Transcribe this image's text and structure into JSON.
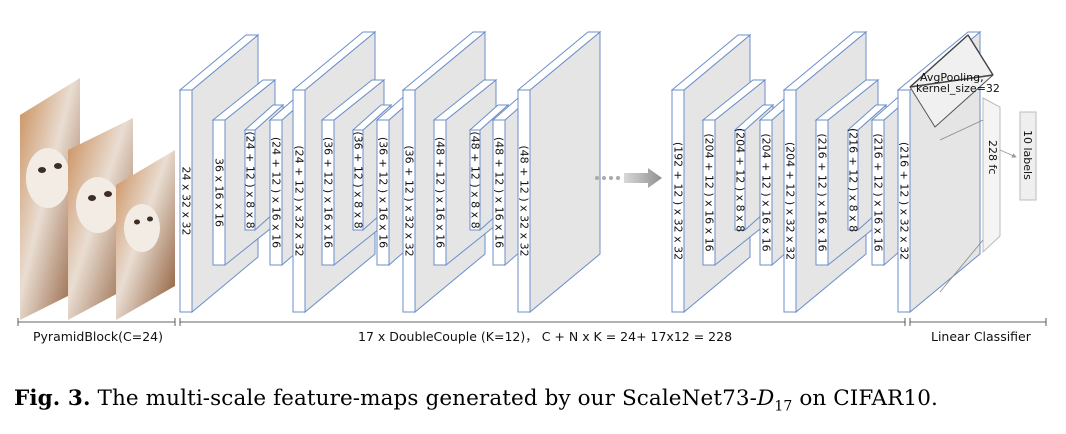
{
  "layers": [
    {
      "id": "L0",
      "label": "24 x 32 x 32"
    },
    {
      "id": "L1",
      "label": "36 x 16 x 16"
    },
    {
      "id": "L2",
      "label": "(24 + 12 ) x 8 x 8"
    },
    {
      "id": "L3",
      "label": "(24 + 12 ) x 16 x 16"
    },
    {
      "id": "L4",
      "label": "(24 + 12 ) x 32 x 32"
    },
    {
      "id": "L5",
      "label": "(36 + 12 ) x 16 x 16"
    },
    {
      "id": "L6",
      "label": "(36 + 12 ) x 8 x 8"
    },
    {
      "id": "L7",
      "label": "(36 + 12 ) x 16 x 16"
    },
    {
      "id": "L8",
      "label": "(36 + 12 ) x 32 x 32"
    },
    {
      "id": "L9",
      "label": "(48 + 12 ) x 16 x 16"
    },
    {
      "id": "L10",
      "label": "(48 + 12 ) x 8 x 8"
    },
    {
      "id": "L11",
      "label": "(48 + 12 ) x 16 x 16"
    },
    {
      "id": "L12",
      "label": "(48 + 12 ) x 32 x 32"
    },
    {
      "id": "L13",
      "label": "(192 + 12 ) x 32 x 32"
    },
    {
      "id": "L14",
      "label": "(204 + 12 ) x 16 x 16"
    },
    {
      "id": "L15",
      "label": "(204 + 12 ) x 8 x 8"
    },
    {
      "id": "L16",
      "label": "(204 + 12 ) x 16 x 16"
    },
    {
      "id": "L17",
      "label": "(204 + 12 ) x 32 x 32"
    },
    {
      "id": "L18",
      "label": "(216 + 12 ) x 16 x 16"
    },
    {
      "id": "L19",
      "label": "(216 + 12 ) x 8 x 8"
    },
    {
      "id": "L20",
      "label": "(216 + 12 ) x 16 x 16"
    },
    {
      "id": "L21",
      "label": "(216 + 12 ) x 32 x 32"
    }
  ],
  "classifier": {
    "pool_line1": "AvgPooling,",
    "pool_line2": "kernel_size=32",
    "fc_label": "228 fc",
    "out_label": "10 labels"
  },
  "sections": {
    "pyramid": "PyramidBlock(C=24)",
    "double": "17 x DoubleCouple (K=12)，  C + N x K = 24+ 17x12 = 228",
    "linear": "Linear Classifier"
  },
  "caption": {
    "fig": "Fig. 3.",
    "text_before": " The multi-scale feature-maps generated by our ScaleNet73-",
    "model_d": "D",
    "model_sub": "17",
    "text_after": " on CIFAR10."
  },
  "colors": {
    "face": "#e5e5e5",
    "edge": "#6b8fc9",
    "side": "#ffffff",
    "arrow": "#9e9e9e",
    "cat_bg": "#b0703e"
  }
}
